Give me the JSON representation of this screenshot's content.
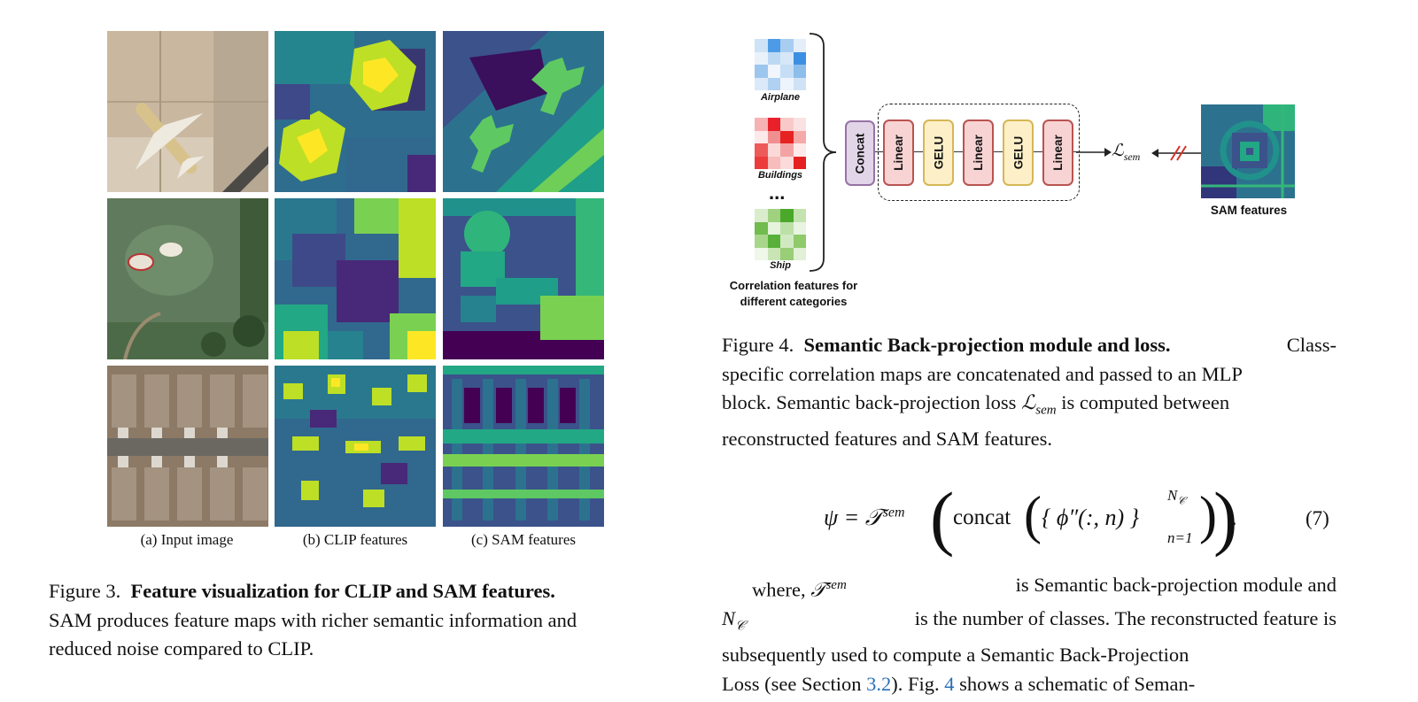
{
  "figure3": {
    "subcaptions": [
      "(a) Input image",
      "(b) CLIP features",
      "(c) SAM features"
    ],
    "caption_prefix": "Figure 3.",
    "caption_title": "Feature visualization for CLIP and SAM features.",
    "caption_body_l1": "SAM produces feature maps with richer semantic information and",
    "caption_body_l2": "reduced noise compared to CLIP."
  },
  "figure4": {
    "inputs": [
      "Airplane",
      "Buildings",
      "Ship"
    ],
    "ellipsis": "...",
    "input_caption_l1": "Correlation features for",
    "input_caption_l2": "different categories",
    "blocks": [
      "Concat",
      "Linear",
      "GELU",
      "Linear",
      "GELU",
      "Linear"
    ],
    "loss_symbol": "ℒ",
    "loss_sub": "sem",
    "sam_label": "SAM features",
    "caption_prefix": "Figure 4.",
    "caption_title": "Semantic Back-projection module and loss.",
    "caption_l1_tail": "Class-",
    "caption_l2": "specific correlation maps are concatenated and passed to an MLP",
    "caption_l3_a": "block.  Semantic back-projection loss",
    "caption_l3_b": "is computed between",
    "caption_l4": "reconstructed features and SAM features."
  },
  "equation": {
    "number": "(7)",
    "lhs": "ψ = 𝒯",
    "sup": "sem",
    "concat": "concat",
    "phi": "{ ϕ″(:, n) }",
    "upper": "N",
    "upper_sub": "𝒞",
    "lower": "n=1"
  },
  "body": {
    "l1_a": "where,",
    "l1_b": "is Semantic back-projection module and",
    "l2_b": "is the number of classes.  The reconstructed feature is",
    "l3": "subsequently used to compute a Semantic Back-Projection",
    "l4_a": "Loss (see Section",
    "l4_ref1": "3.2",
    "l4_b": "). Fig.",
    "l4_ref2": "4",
    "l4_c": "shows a schematic of Seman-"
  },
  "colors": {
    "linear_fill": "#f8d3d3",
    "gelu_fill": "#fdf0c8",
    "concat_fill": "#e1d5e7",
    "loss_slash": "#d9302a",
    "link": "#2a6fb8"
  }
}
